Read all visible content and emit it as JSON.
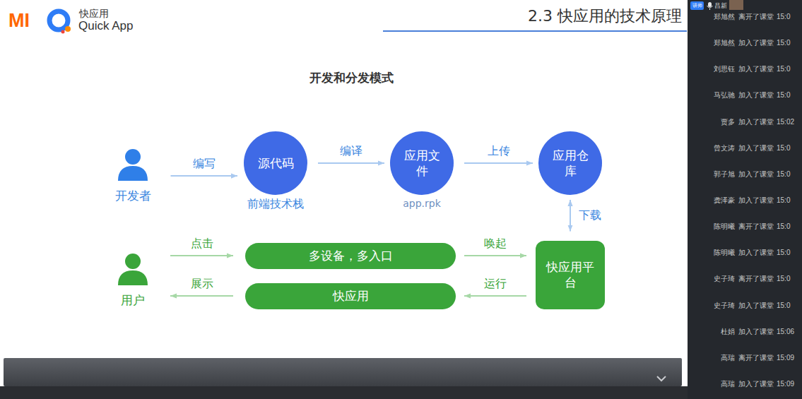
{
  "diagram": {
    "title": "2.3 快应用的技术原理",
    "nodes": [
      {
        "text": [
          "开发者"
        ]
      },
      {
        "text": [
          "源代码",
          "前端技术栈"
        ]
      },
      {
        "text": [
          "应用文件",
          "app.rpk"
        ]
      },
      {
        "text": [
          "应用仓库"
        ]
      },
      {
        "text": [
          "用户"
        ]
      },
      {
        "text": [
          "多设备，多入口"
        ]
      },
      {
        "text": [
          "快应用"
        ]
      },
      {
        "text": [
          "快应用平台"
        ]
      }
    ],
    "edges": [
      {
        "from": 0,
        "to": 1,
        "label": "编写",
        "arrow": "to"
      },
      {
        "from": 1,
        "to": 2,
        "label": "编译",
        "arrow": "to"
      },
      {
        "from": 2,
        "to": 3,
        "label": "上传",
        "arrow": "to"
      },
      {
        "from": 3,
        "to": 7,
        "label": "下载",
        "arrow": "both"
      },
      {
        "from": 4,
        "to": 5,
        "label": "点击",
        "arrow": "to"
      },
      {
        "from": 5,
        "to": 7,
        "label": "唤起",
        "arrow": "to"
      },
      {
        "from": 7,
        "to": 6,
        "label": "运行",
        "arrow": "to"
      },
      {
        "from": 6,
        "to": 4,
        "label": "展示",
        "arrow": "to"
      }
    ],
    "labels": [
      "MI",
      "快应用",
      "Quick App",
      "开发和分发模式",
      "讲师",
      "吕新",
      "郑旭然",
      "离开了课堂",
      "15:0",
      "郑旭然",
      "加入了课堂",
      "15:0",
      "刘思钰",
      "加入了课堂",
      "15:0",
      "马弘驰",
      "加入了课堂",
      "15:0",
      "贾多",
      "加入了课堂",
      "15:02",
      "曾文涛",
      "加入了课堂",
      "15:0",
      "郭子旭",
      "加入了课堂",
      "15:0",
      "龚泽豪",
      "加入了课堂",
      "15:0",
      "陈明曦",
      "离开了课堂",
      "15:0",
      "陈明曦",
      "加入了课堂",
      "15:0",
      "史子琦",
      "离开了课堂",
      "15:0",
      "史子琦",
      "加入了课堂",
      "15:0",
      "杜娟",
      "加入了课堂",
      "15:06",
      "高瑞",
      "离开了课堂",
      "15:09",
      "高瑞",
      "加入了课堂",
      "15:09"
    ]
  }
}
